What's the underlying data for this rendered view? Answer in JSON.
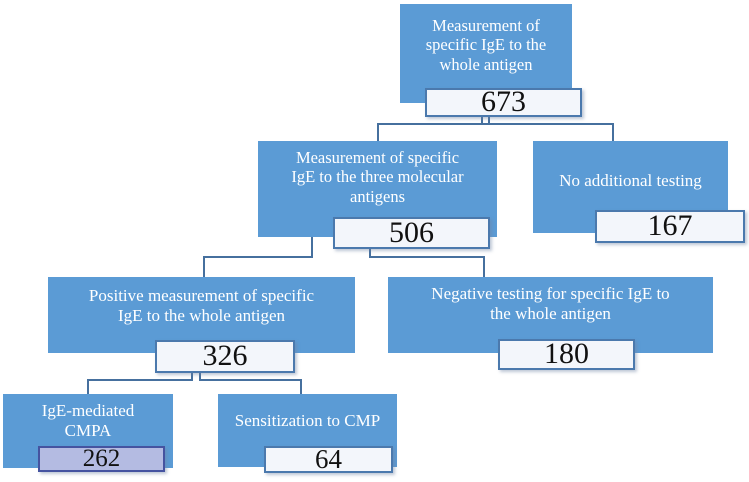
{
  "title": "IgE testing flowchart",
  "colors": {
    "box-blue": "#5b9bd5",
    "box-text": "#ffffff",
    "num-fill": "#f3f6fb",
    "num-border": "#4b79ad",
    "num-text": "#111111",
    "connector": "#46709e",
    "cmpa-fill": "#b4bbe2",
    "cmpa-border": "#4553a0"
  },
  "nodes": {
    "root": {
      "lines": [
        "Measurement of",
        "specific IgE to the",
        "whole antigen"
      ],
      "value": "673"
    },
    "molecular": {
      "lines": [
        "Measurement of specific",
        "IgE to the three molecular",
        "antigens"
      ],
      "value": "506"
    },
    "no_testing": {
      "lines": [
        "No additional testing"
      ],
      "value": "167"
    },
    "positive": {
      "lines": [
        "Positive measurement of specific",
        "IgE to the whole antigen"
      ],
      "value": "326"
    },
    "negative": {
      "lines": [
        "Negative testing for specific IgE to",
        "the whole antigen"
      ],
      "value": "180"
    },
    "cmpa": {
      "lines": [
        "IgE-mediated",
        "CMPA"
      ],
      "value": "262"
    },
    "sensitization": {
      "lines": [
        "Sensitization to CMP"
      ],
      "value": "64"
    }
  }
}
